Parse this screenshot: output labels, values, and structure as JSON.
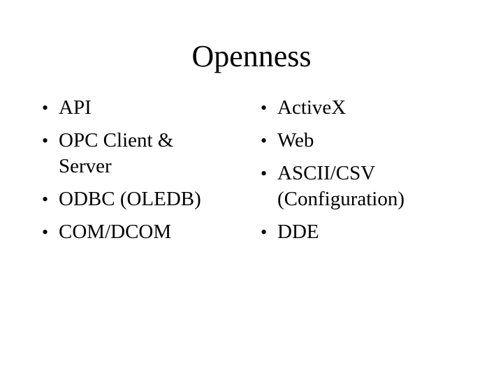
{
  "slide": {
    "title": "Openness",
    "background_color": "#ffffff",
    "text_color": "#000000"
  },
  "bullet_char": "•",
  "columns": {
    "left": {
      "items": [
        "API",
        "OPC Client &\nServer",
        "ODBC (OLEDB)",
        "COM/DCOM"
      ]
    },
    "right": {
      "items": [
        "ActiveX",
        "Web",
        "ASCII/CSV\n(Configuration)",
        "DDE"
      ]
    }
  }
}
